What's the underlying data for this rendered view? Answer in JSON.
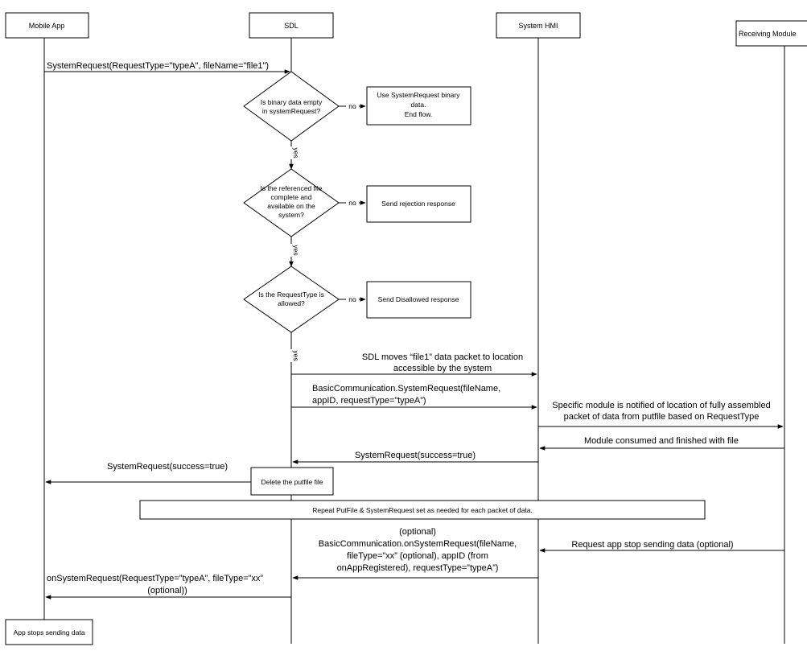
{
  "participants": {
    "mobile_app": "Mobile App",
    "sdl": "SDL",
    "system_hmi": "System HMI",
    "receiving_module": "Receiving Module"
  },
  "messages": {
    "m1": "SystemRequest(RequestType=\"typeA\", fileName=\"file1\")",
    "m2_line1": "SDL moves “file1” data packet to location",
    "m2_line2": "accessible by the system",
    "m3_line1": "BasicCommunication.SystemRequest(fileName,",
    "m3_line2": "appID, requestType=”typeA”)",
    "m4_line1": "Specific module is notified of location of fully assembled",
    "m4_line2": "packet of data from putfile based on RequestType",
    "m5": "Module consumed and finished with file",
    "m6": "SystemRequest(success=true)",
    "m7": "SystemRequest(success=true)",
    "m8": "Request app stop sending data (optional)",
    "m9_line1": "(optional)",
    "m9_line2": "BasicCommunication.onSystemRequest(fileName,",
    "m9_line3": "fileType=”xx” (optional), appID (from",
    "m9_line4": "onAppRegistered), requestType=”typeA”)",
    "m10_line1": "onSystemRequest(RequestType=”typeA”, fileType=”xx”",
    "m10_line2": "(optional))"
  },
  "decisions": {
    "d1_line1": "Is binary data empty",
    "d1_line2": "in systemRequest?",
    "d2_line1": "Is the referenced file",
    "d2_line2": "complete and",
    "d2_line3": "available on the",
    "d2_line4": "system?",
    "d3_line1": "Is the RequestType is",
    "d3_line2": "allowed?"
  },
  "branches": {
    "no": "no",
    "yes": "yes"
  },
  "actions": {
    "a1_line1": "Use SystemRequest binary",
    "a1_line2": "data.",
    "a1_line3": "End flow.",
    "a2": "Send rejection response",
    "a3": "Send Disallowed response",
    "a4": "Delete the putfile file",
    "repeat": "Repeat PutFile & SystemRequest set as needed for each packet of data.",
    "end": "App stops sending data"
  }
}
